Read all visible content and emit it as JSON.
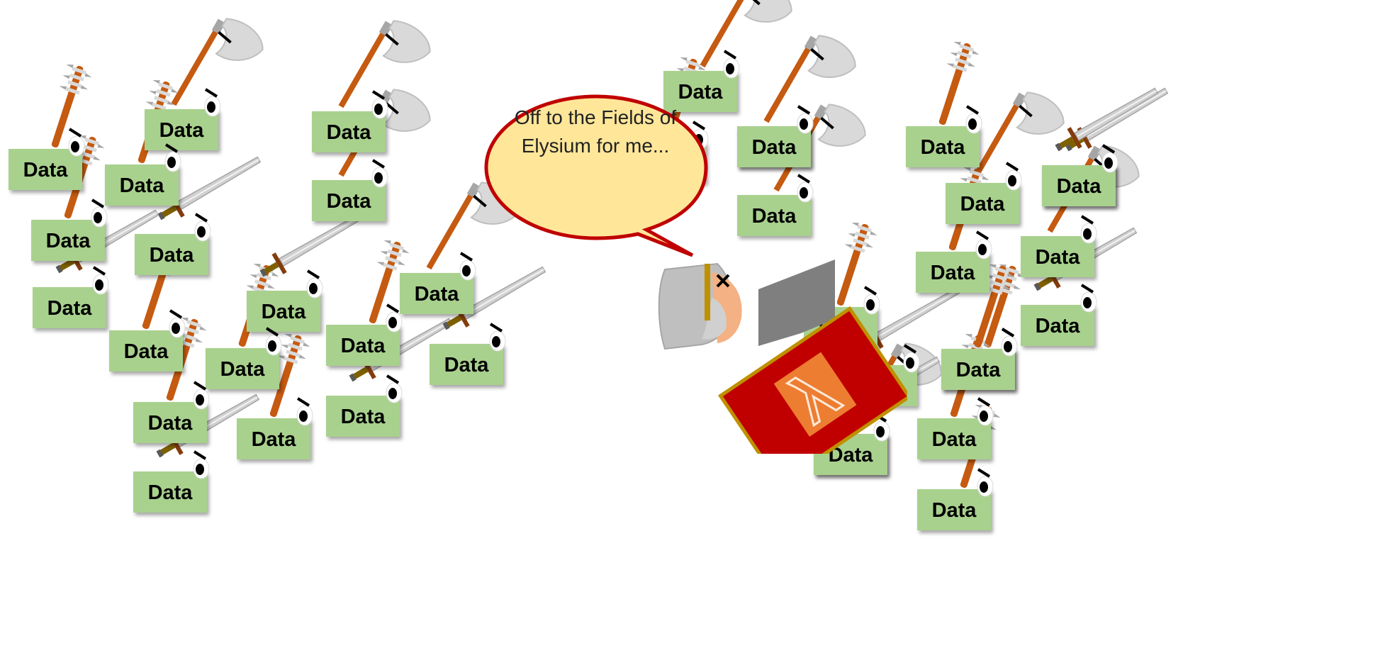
{
  "speech_bubble": {
    "text": "Off to the Fields of Elysium for me...",
    "fill": "#ffe699",
    "border": "#c00000"
  },
  "data_box_color": "#a9d18e",
  "shield": {
    "fill": "#c00000",
    "emblem_color": "#ed7d31",
    "border": "#bf9000",
    "icon": "lambda-icon"
  },
  "data_boxes": [
    {
      "label": "Data",
      "weapon": "club"
    },
    {
      "label": "Data",
      "weapon": "axe"
    },
    {
      "label": "Data",
      "weapon": "club"
    },
    {
      "label": "Data",
      "weapon": "sword"
    },
    {
      "label": "Data",
      "weapon": "club"
    },
    {
      "label": "Data",
      "weapon": "axe"
    },
    {
      "label": "Data",
      "weapon": "sword"
    },
    {
      "label": "Data",
      "weapon": "club"
    },
    {
      "label": "Data",
      "weapon": "club"
    },
    {
      "label": "Data",
      "weapon": "sword"
    },
    {
      "label": "Data",
      "weapon": "club"
    },
    {
      "label": "Data",
      "weapon": "sword"
    },
    {
      "label": "Data",
      "weapon": "club"
    },
    {
      "label": "Data",
      "weapon": "axe"
    },
    {
      "label": "Data",
      "weapon": "axe"
    },
    {
      "label": "Data",
      "weapon": "sword"
    },
    {
      "label": "Data",
      "weapon": "club"
    },
    {
      "label": "Data",
      "weapon": "sword"
    },
    {
      "label": "Data",
      "weapon": "axe"
    },
    {
      "label": "Data",
      "weapon": "axe"
    },
    {
      "label": "Data",
      "weapon": "club"
    },
    {
      "label": "Data",
      "weapon": "axe"
    },
    {
      "label": "Data",
      "weapon": "club"
    },
    {
      "label": "Data",
      "weapon": "sword"
    },
    {
      "label": "Data",
      "weapon": "axe"
    },
    {
      "label": "Data",
      "weapon": "club"
    },
    {
      "label": "Data",
      "weapon": "axe"
    },
    {
      "label": "Data",
      "weapon": "sword"
    },
    {
      "label": "Data",
      "weapon": "club"
    },
    {
      "label": "Data",
      "weapon": "axe"
    },
    {
      "label": "Data",
      "weapon": "club"
    },
    {
      "label": "Data",
      "weapon": "sword"
    },
    {
      "label": "Data",
      "weapon": "club"
    },
    {
      "label": "Data",
      "weapon": "club"
    },
    {
      "label": "Data",
      "weapon": "axe"
    },
    {
      "label": "Data",
      "weapon": "sword"
    },
    {
      "label": "Data",
      "weapon": "sword"
    },
    {
      "label": "Data",
      "weapon": "club"
    }
  ]
}
